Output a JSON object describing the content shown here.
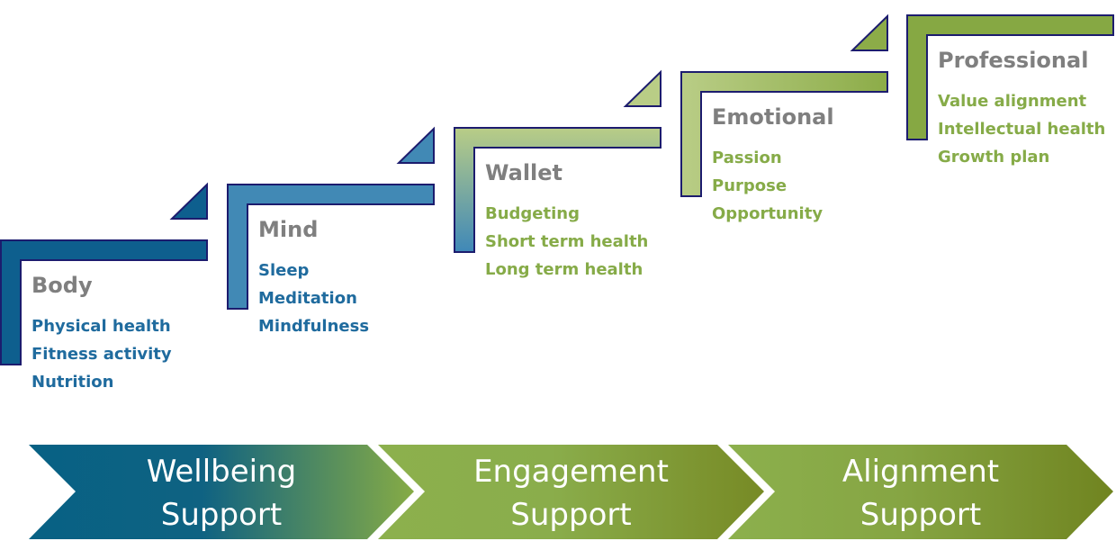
{
  "steps": [
    {
      "title": "Body",
      "items": [
        "Physical health",
        "Fitness activity",
        "Nutrition"
      ],
      "item_color": "#1f6b9e",
      "fill_start": "#0e5f8e",
      "fill_end": "#0e5f8e",
      "triangle_fill": "#0e5f8e"
    },
    {
      "title": "Mind",
      "items": [
        "Sleep",
        "Meditation",
        "Mindfulness"
      ],
      "item_color": "#1f6b9e",
      "fill_start": "#4189b5",
      "fill_end": "#4189b5",
      "triangle_fill": "#4189b5"
    },
    {
      "title": "Wallet",
      "items": [
        "Budgeting",
        "Short term health",
        "Long term health"
      ],
      "item_color": "#86ab48",
      "fill_start": "#b9cd86",
      "fill_end": "#3f88b8",
      "triangle_fill": "#b9cd86"
    },
    {
      "title": "Emotional",
      "items": [
        "Passion",
        "Purpose",
        "Opportunity"
      ],
      "item_color": "#86ab48",
      "fill_start": "#b9cd86",
      "fill_end": "#8cac48",
      "triangle_fill": "#8cac48"
    },
    {
      "title": "Professional",
      "items": [
        "Value alignment",
        "Intellectual health",
        "Growth plan"
      ],
      "item_color": "#86ab48",
      "fill_start": "#86a843",
      "fill_end": "#86a843",
      "triangle_fill": "#86a843"
    }
  ],
  "chevrons": [
    {
      "line1": "Wellbeing",
      "line2": "Support",
      "color_start": "#076184",
      "color_mid": "#0f6282",
      "color_end": "#86ab45"
    },
    {
      "line1": "Engagement",
      "line2": "Support",
      "color_start": "#8cb04d",
      "color_mid": "#8aad4b",
      "color_end": "#778a25"
    },
    {
      "line1": "Alignment",
      "line2": "Support",
      "color_start": "#8cb04d",
      "color_mid": "#86a543",
      "color_end": "#708420"
    }
  ],
  "colors": {
    "outline": "#1c1c6e",
    "title_gray": "#7f7f7f"
  }
}
